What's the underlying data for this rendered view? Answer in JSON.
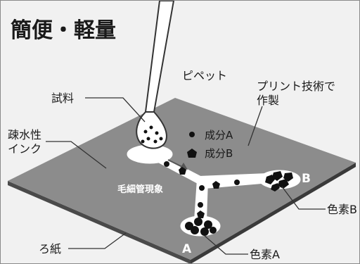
{
  "title": "簡便・軽量",
  "labels": {
    "pipette": "ピペット",
    "print_tech_line1": "プリント技術で",
    "print_tech_line2": "作製",
    "sample": "試料",
    "hydrophobic_ink_line1": "疎水性",
    "hydrophobic_ink_line2": "インク",
    "capillary": "毛細管現象",
    "filter_paper": "ろ紙",
    "dye_a": "色素A",
    "dye_b": "色素B",
    "zone_a": "A",
    "zone_b": "B"
  },
  "legend": [
    {
      "symbol": "circle",
      "label": "成分A"
    },
    {
      "symbol": "pentagon",
      "label": "成分B"
    }
  ],
  "colors": {
    "background": "#f1f1f1",
    "paper_top": "#8c8c8c",
    "paper_side": "#4a4a4a",
    "channel": "#ffffff",
    "text": "#1a1a1a"
  }
}
